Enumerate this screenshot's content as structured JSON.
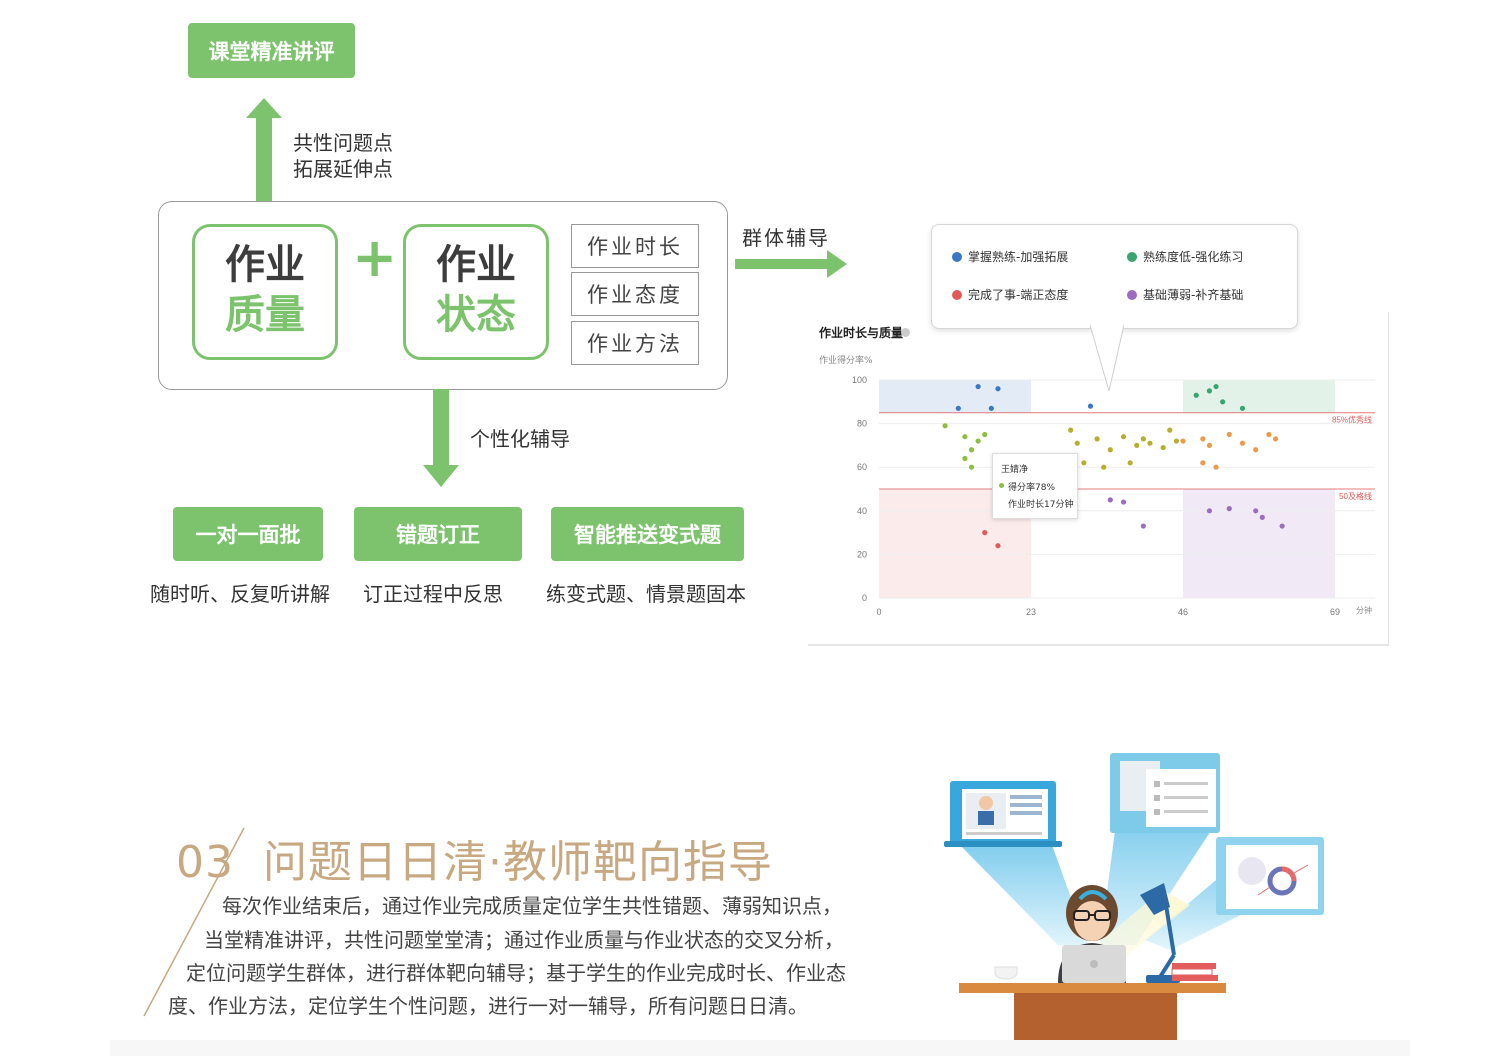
{
  "top_button": "课堂精准讲评",
  "up_labels": [
    "共性问题点",
    "拓展延伸点"
  ],
  "quality_box": {
    "line1": "作业",
    "line2": "质量"
  },
  "plus": "+",
  "state_box": {
    "line1": "作业",
    "line2": "状态"
  },
  "attributes": [
    "作业时长",
    "作业态度",
    "作业方法"
  ],
  "group_label": "群体辅导",
  "personal_label": "个性化辅导",
  "actions": [
    {
      "button": "一对一面批",
      "desc": "随时听、反复听讲解"
    },
    {
      "button": "错题订正",
      "desc": "订正过程中反思"
    },
    {
      "button": "智能推送变式题",
      "desc": "练变式题、情景题固本"
    }
  ],
  "legend": [
    {
      "label": "掌握熟练-加强拓展",
      "color": "#3b78c3"
    },
    {
      "label": "熟练度低-强化练习",
      "color": "#3aa56e"
    },
    {
      "label": "完成了事-端正态度",
      "color": "#e15a5a"
    },
    {
      "label": "基础薄弱-补齐基础",
      "color": "#9c6cc1"
    }
  ],
  "chart_data": {
    "type": "scatter",
    "title": "作业时长与质量",
    "ylabel": "作业得分率%",
    "xlabel": "分钟",
    "x_ticks": [
      0,
      23,
      46,
      69
    ],
    "y_ticks": [
      0,
      20,
      40,
      60,
      80,
      100
    ],
    "xlim": [
      0,
      69
    ],
    "ylim": [
      0,
      100
    ],
    "thresholds": [
      {
        "value": 85,
        "label": "85%优秀线"
      },
      {
        "value": 50,
        "label": "50及格线"
      }
    ],
    "colors": {
      "blue": "#3b78c3",
      "green": "#3aa56e",
      "red": "#e15a5a",
      "purple": "#9c6cc1",
      "lightgreen": "#8cbf3f",
      "olive": "#b7ad2e",
      "orange": "#ec9a4a"
    },
    "series": [
      {
        "color_key": "blue",
        "points": [
          [
            15,
            97
          ],
          [
            18,
            96
          ],
          [
            12,
            87
          ],
          [
            17,
            87
          ]
        ]
      },
      {
        "color_key": "lightgreen",
        "points": [
          [
            10,
            79
          ],
          [
            13,
            74
          ],
          [
            15,
            72
          ],
          [
            16,
            75
          ],
          [
            14,
            68
          ],
          [
            13,
            64
          ],
          [
            14,
            60
          ]
        ]
      },
      {
        "color_key": "red",
        "points": [
          [
            16,
            30
          ],
          [
            18,
            24
          ]
        ]
      },
      {
        "color_key": "olive",
        "points": [
          [
            29,
            77
          ],
          [
            30,
            71
          ],
          [
            33,
            73
          ],
          [
            37,
            74
          ],
          [
            39,
            70
          ],
          [
            41,
            71
          ],
          [
            43,
            69
          ],
          [
            45,
            72
          ],
          [
            44,
            77
          ],
          [
            40,
            73
          ],
          [
            35,
            68
          ],
          [
            31,
            62
          ],
          [
            34,
            60
          ],
          [
            38,
            62
          ]
        ]
      },
      {
        "color_key": "blue",
        "points": [
          [
            32,
            88
          ]
        ]
      },
      {
        "color_key": "purple",
        "points": [
          [
            35,
            45
          ],
          [
            37,
            44
          ],
          [
            40,
            33
          ]
        ]
      },
      {
        "color_key": "orange",
        "points": [
          [
            46,
            72
          ],
          [
            49,
            73
          ],
          [
            50,
            70
          ],
          [
            53,
            75
          ],
          [
            55,
            71
          ],
          [
            57,
            68
          ],
          [
            59,
            75
          ],
          [
            60,
            73
          ],
          [
            49,
            62
          ],
          [
            51,
            60
          ]
        ]
      },
      {
        "color_key": "green",
        "points": [
          [
            48,
            93
          ],
          [
            50,
            95
          ],
          [
            51,
            97
          ],
          [
            52,
            90
          ],
          [
            55,
            87
          ]
        ]
      },
      {
        "color_key": "purple",
        "points": [
          [
            50,
            40
          ],
          [
            53,
            41
          ],
          [
            57,
            40
          ],
          [
            58,
            37
          ],
          [
            61,
            33
          ]
        ]
      }
    ],
    "tooltip": {
      "name": "王婧净",
      "line1": "得分率78%",
      "line2": "作业时长17分钟"
    }
  },
  "section": {
    "number": "03",
    "title": "问题日日清·教师靶向指导",
    "paragraph": [
      "每次作业结束后，通过作业完成质量定位学生共性错题、薄弱知识点，",
      "当堂精准讲评，共性问题堂堂清；通过作业质量与作业状态的交叉分析，",
      "定位问题学生群体，进行群体靶向辅导；基于学生的作业完成时长、作业态",
      "度、作业方法，定位学生个性问题，进行一对一辅导，所有问题日日清。"
    ]
  }
}
